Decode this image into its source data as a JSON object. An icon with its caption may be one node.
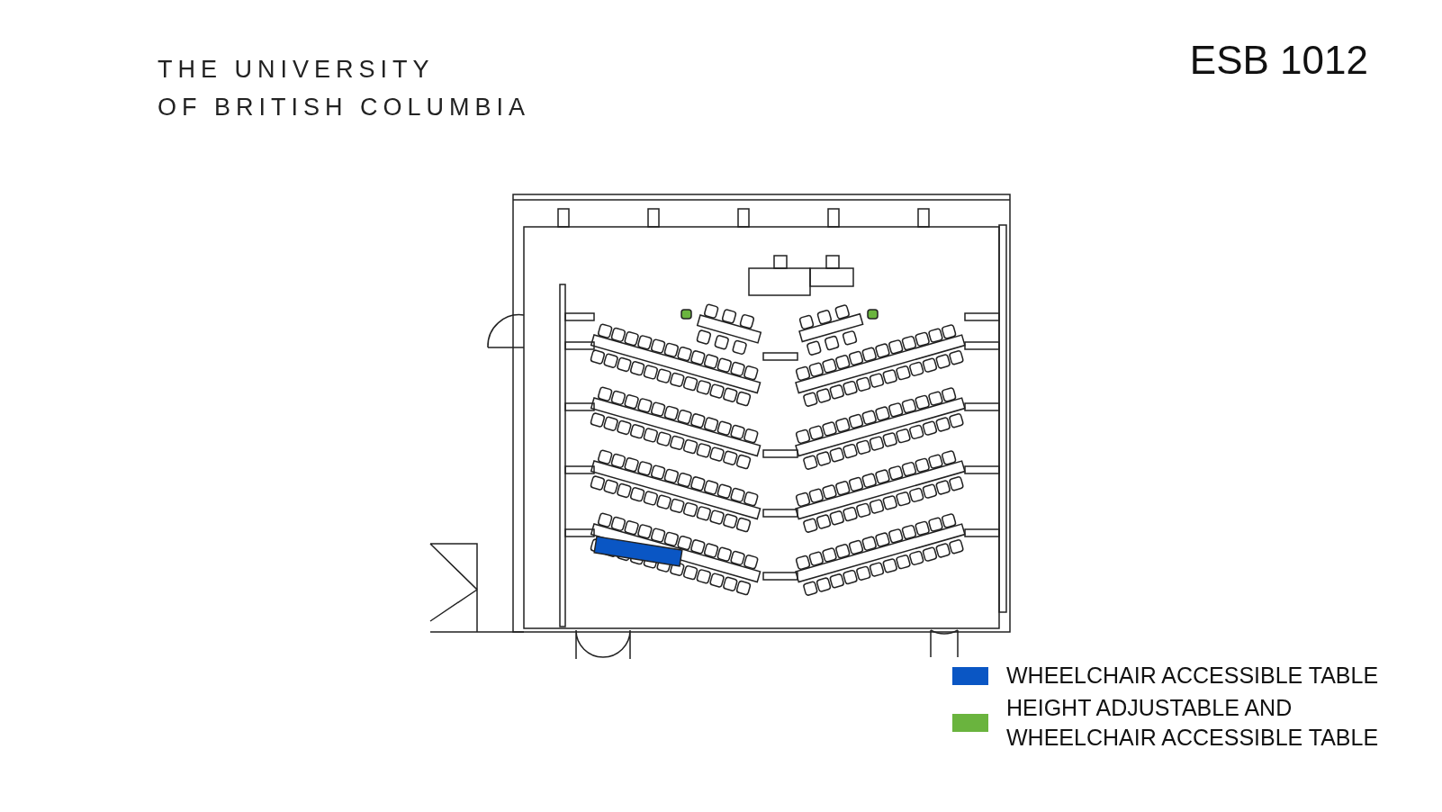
{
  "diagram": {
    "title": "ESB 1012",
    "labels": [
      "THE UNIVERSITY OF BRITISH COLUMBIA"
    ],
    "legend": [
      {
        "text": "WHEELCHAIR ACCESSIBLE TABLE",
        "color": "#0a56c4"
      },
      {
        "text": "HEIGHT ADJUSTABLE AND WHEELCHAIR ACCESSIBLE TABLE",
        "color": "#6ab43e"
      }
    ]
  }
}
